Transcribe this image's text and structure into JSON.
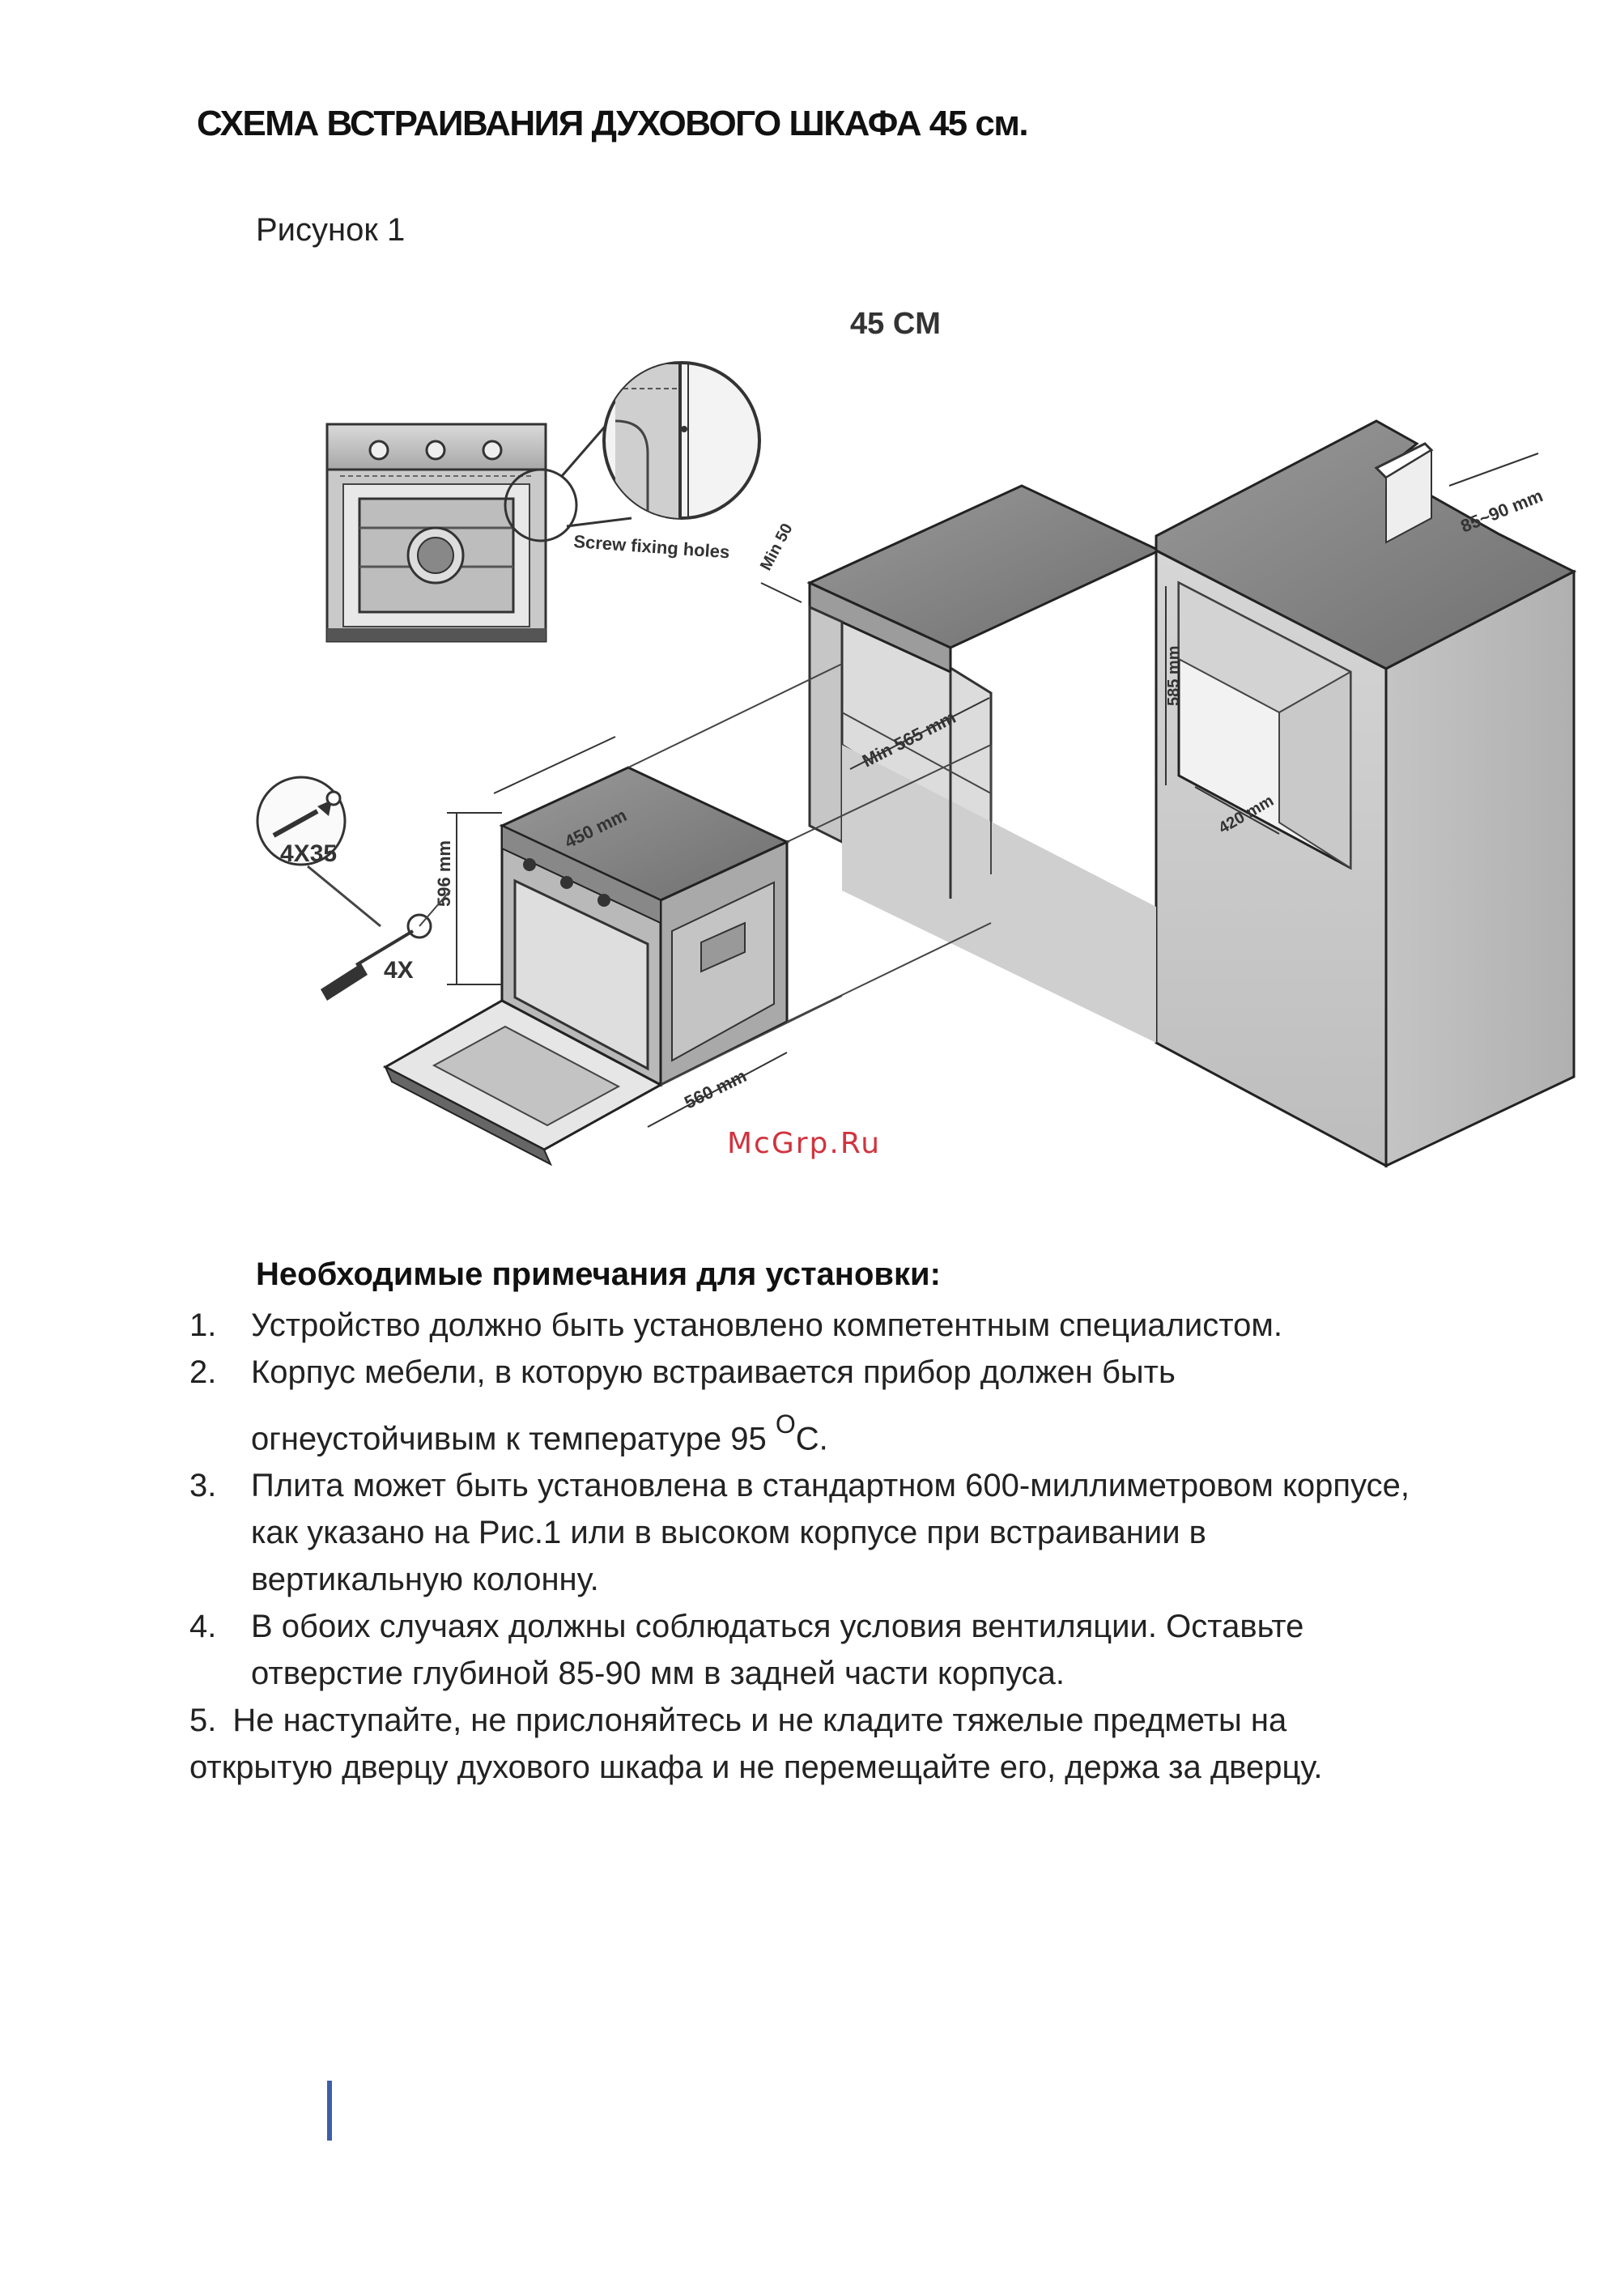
{
  "page": {
    "title": "СХЕМА ВСТРАИВАНИЯ ДУХОВОГО ШКАФА 45 см.",
    "figure_label": "Рисунок 1",
    "watermark": "McGrp.Ru"
  },
  "diagram": {
    "size_label": "45 CM",
    "screw_label": "Screw fixing holes",
    "screw_size": "4X35",
    "screw_count": "4X",
    "dim_596": "596 mm",
    "dim_450": "450 mm",
    "dim_560": "560 mm",
    "dim_min565": "Min 565 mm",
    "dim_min50": "Min 50",
    "dim_585": "585 mm",
    "dim_420": "420 mm",
    "dim_8590": "85~90 mm"
  },
  "notes": {
    "heading": "Необходимые примечания для установки:",
    "items": [
      {
        "num": "1.",
        "line1": "Устройство должно быть установлено компетентным специалистом."
      },
      {
        "num": "2.",
        "line1": "Корпус мебели, в которую встраивается прибор должен быть",
        "line2a": "огнеустойчивым к температуре 95 ",
        "sup": "O",
        "line2b": "С."
      },
      {
        "num": "3.",
        "line1": "Плита может быть установлена в стандартном 600-миллиметровом корпусе,",
        "line2": "как указано на Рис.1 или в высоком корпусе при встраивании в",
        "line3": "вертикальную колонну."
      },
      {
        "num": "4.",
        "line1": "В обоих случаях должны соблюдаться условия вентиляции. Оставьте",
        "line2": "отверстие глубиной 85-90 мм в задней части корпуса."
      },
      {
        "num": "5.",
        "line1": "Не наступайте, не прислоняйтесь и не кладите тяжелые предметы на",
        "line2": "открытую дверцу духового шкафа и не перемещайте его,  держа за дверцу."
      }
    ]
  }
}
